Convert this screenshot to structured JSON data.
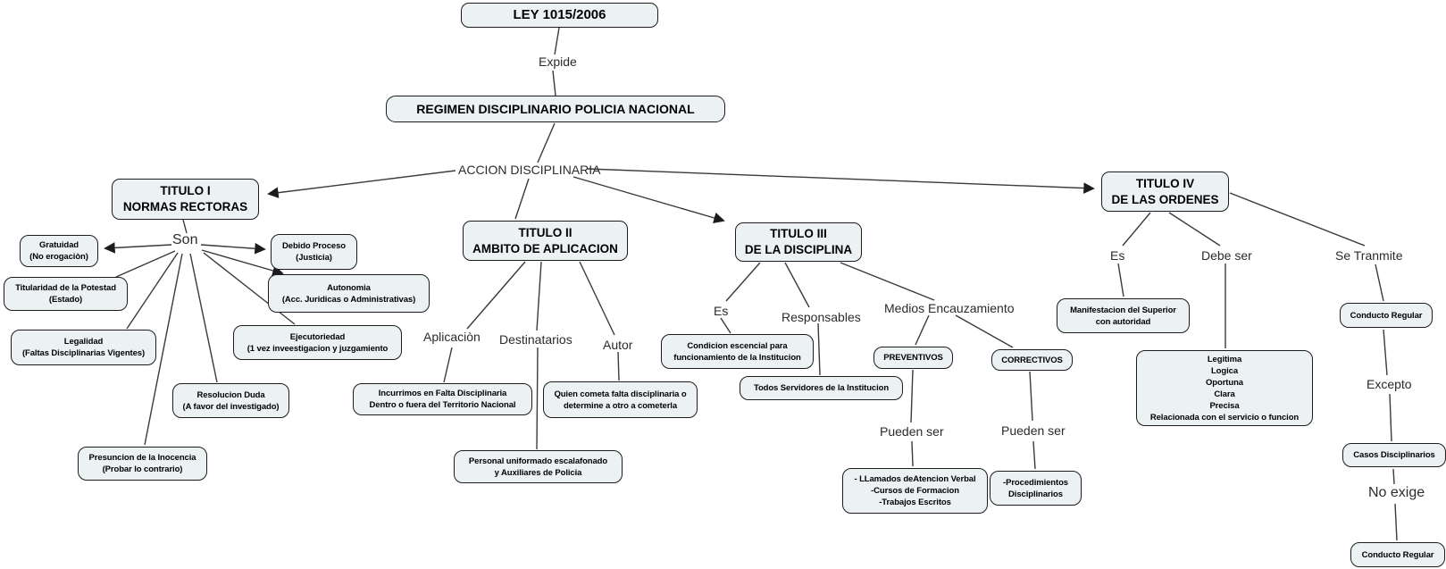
{
  "diagram_title": "LEY 1015/2006",
  "colors": {
    "node_fill": "#ecf2f4",
    "node_border": "#1c1c1c",
    "line": "#3a3a3a",
    "background": "#ffffff"
  },
  "nodes": {
    "ley": "LEY 1015/2006",
    "regimen": "REGIMEN DISCIPLINARIO POLICIA NACIONAL",
    "titulo_i": "TITULO I\nNORMAS RECTORAS",
    "gratuidad": "Gratuidad\n(No erogaciòn)",
    "titularidad": "Titularidad de la Potestad\n(Estado)",
    "legalidad": "Legalidad\n(Faltas Disciplinarias Vigentes)",
    "resolucion": "Resolucion Duda\n(A favor del investigado)",
    "presuncion": "Presuncion de la Inocencia\n(Probar lo contrario)",
    "debido_proceso": "Debido Proceso\n(Justicia)",
    "autonomia": "Autonomia\n(Acc. Juridicas o Administrativas)",
    "ejecutoriedad": "Ejecutoriedad\n(1 vez inveestigacion y juzgamiento",
    "titulo_ii": "TITULO II\nAMBITO DE APLICACION",
    "incurrimos": "Incurrimos en Falta Disciplinaria\nDentro o fuera del Territorio Nacional",
    "quien_cometa": "Quien cometa falta disciplinaria o\ndetermine a otro a cometerla",
    "personal": "Personal uniformado escalafonado\ny Auxiliares de Policia",
    "titulo_iii": "TITULO III\nDE LA DISCIPLINA",
    "condicion": "Condicion escencial para\nfuncionamiento de la Institucion",
    "todos_servidores": "Todos Servidores de la Institucion",
    "preventivos": "PREVENTIVOS",
    "correctivos": "CORRECTIVOS",
    "llamados": "- LLamados deAtencion Verbal\n-Cursos de Formacion\n-Trabajos Escritos",
    "procedimientos": "-Procedimientos\nDisciplinarios",
    "titulo_iv": "TITULO IV\nDE LAS ORDENES",
    "manifestacion": "Manifestacion del Superior\ncon autoridad",
    "legitima": "Legitima\nLogica\nOportuna\nClara\nPrecisa\nRelacionada con el servicio o funcion",
    "conducto_regular_1": "Conducto Regular",
    "casos_disciplinarios": "Casos Disciplinarios",
    "conducto_regular_2": "Conducto Regular"
  },
  "edge_labels": {
    "expide": "Expide",
    "accion_disciplinaria": "ACCION DISCIPLINARIA",
    "son": "Son",
    "aplicacion": "Aplicaciòn",
    "destinatarios": "Destinatarios",
    "autor": "Autor",
    "es_disciplina": "Es",
    "responsables": "Responsables",
    "medios_encauzamiento": "Medios Encauzamiento",
    "pueden_ser_preventivos": "Pueden ser",
    "pueden_ser_correctivos": "Pueden ser",
    "es_ordenes": "Es",
    "debe_ser": "Debe ser",
    "se_tranmite": "Se Tranmite",
    "excepto": "Excepto",
    "no_exige": "No exige"
  }
}
